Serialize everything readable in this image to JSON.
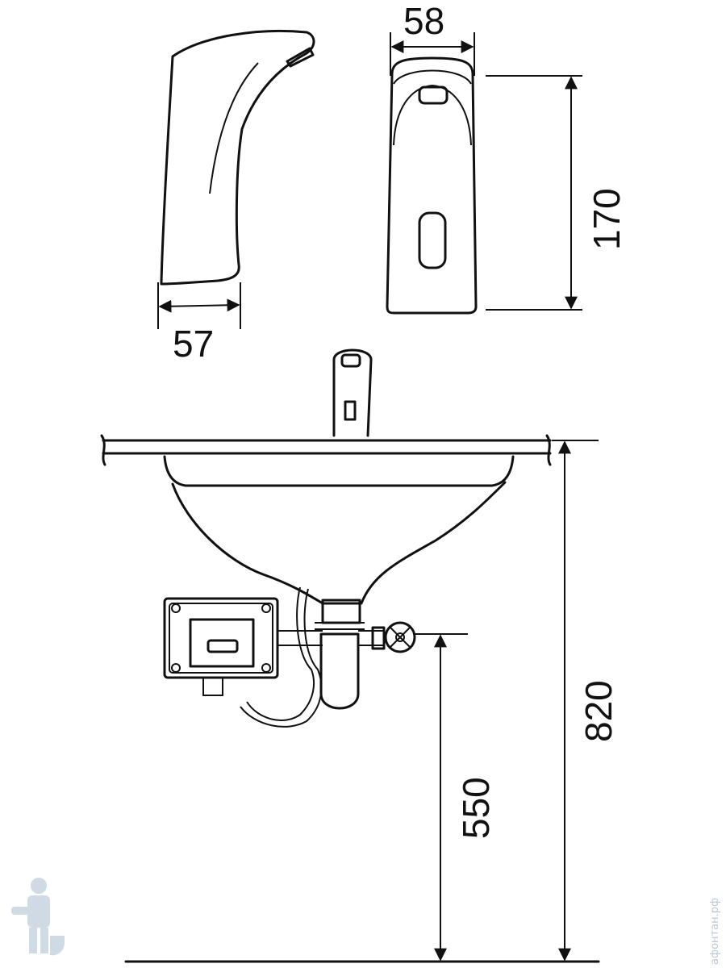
{
  "dimensions": {
    "side_width": "57",
    "front_width": "58",
    "faucet_height": "170",
    "mount_height": "820",
    "valve_height": "550"
  },
  "watermark": {
    "text": "афонтан.рф",
    "icon": "plumber-icon"
  },
  "colors": {
    "line": "#111111",
    "watermark": "#b9c7d6"
  }
}
